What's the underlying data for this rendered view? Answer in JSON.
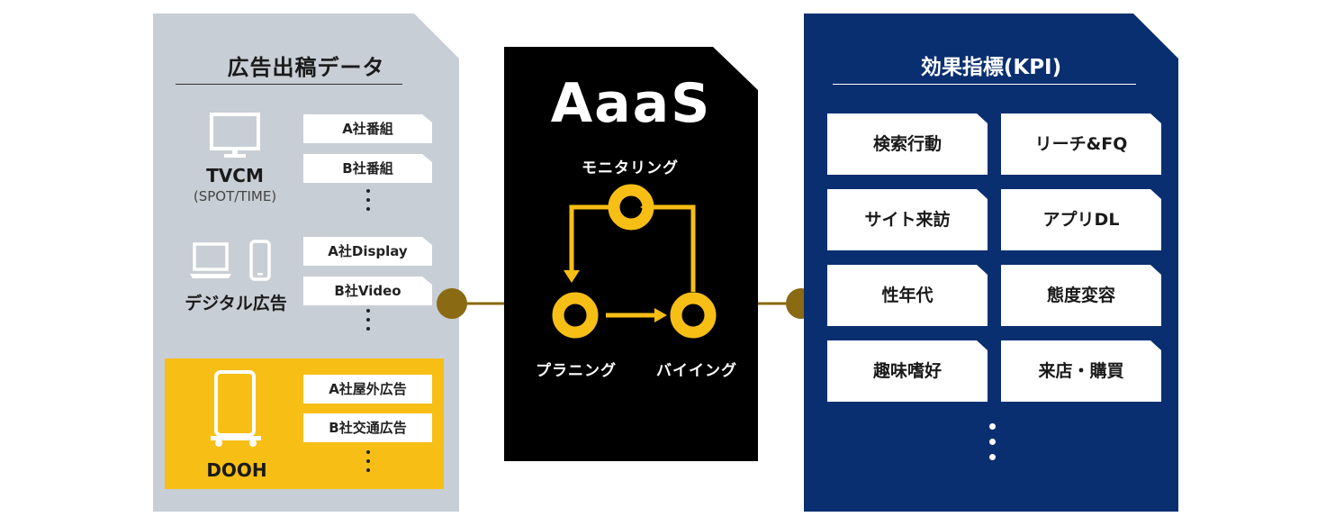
{
  "colors": {
    "gold": "#f7be16",
    "navy": "#0a2f70",
    "connector": "#8a6a12",
    "leftPanel": "#c8ced5"
  },
  "left": {
    "title": "広告出稿データ",
    "tvcm": {
      "label": "TVCM",
      "sub": "(SPOT/TIME)",
      "items": [
        "A社番組",
        "B社番組"
      ],
      "icon": "tv-monitor-icon"
    },
    "digital": {
      "label": "デジタル広告",
      "items": [
        "A社Display",
        "B社Video"
      ],
      "icons": [
        "laptop-icon",
        "smartphone-icon"
      ]
    },
    "dooh": {
      "label": "DOOH",
      "items": [
        "A社屋外広告",
        "B社交通広告"
      ],
      "icon": "signage-icon"
    }
  },
  "center": {
    "title": "AaaS",
    "cycle": {
      "top": "モニタリング",
      "bottomLeft": "プラニング",
      "bottomRight": "バイイング"
    }
  },
  "right": {
    "title": "効果指標(KPI)",
    "kpis": [
      "検索行動",
      "リーチ&FQ",
      "サイト来訪",
      "アプリDL",
      "性年代",
      "態度変容",
      "趣味嗜好",
      "来店・購買"
    ]
  }
}
